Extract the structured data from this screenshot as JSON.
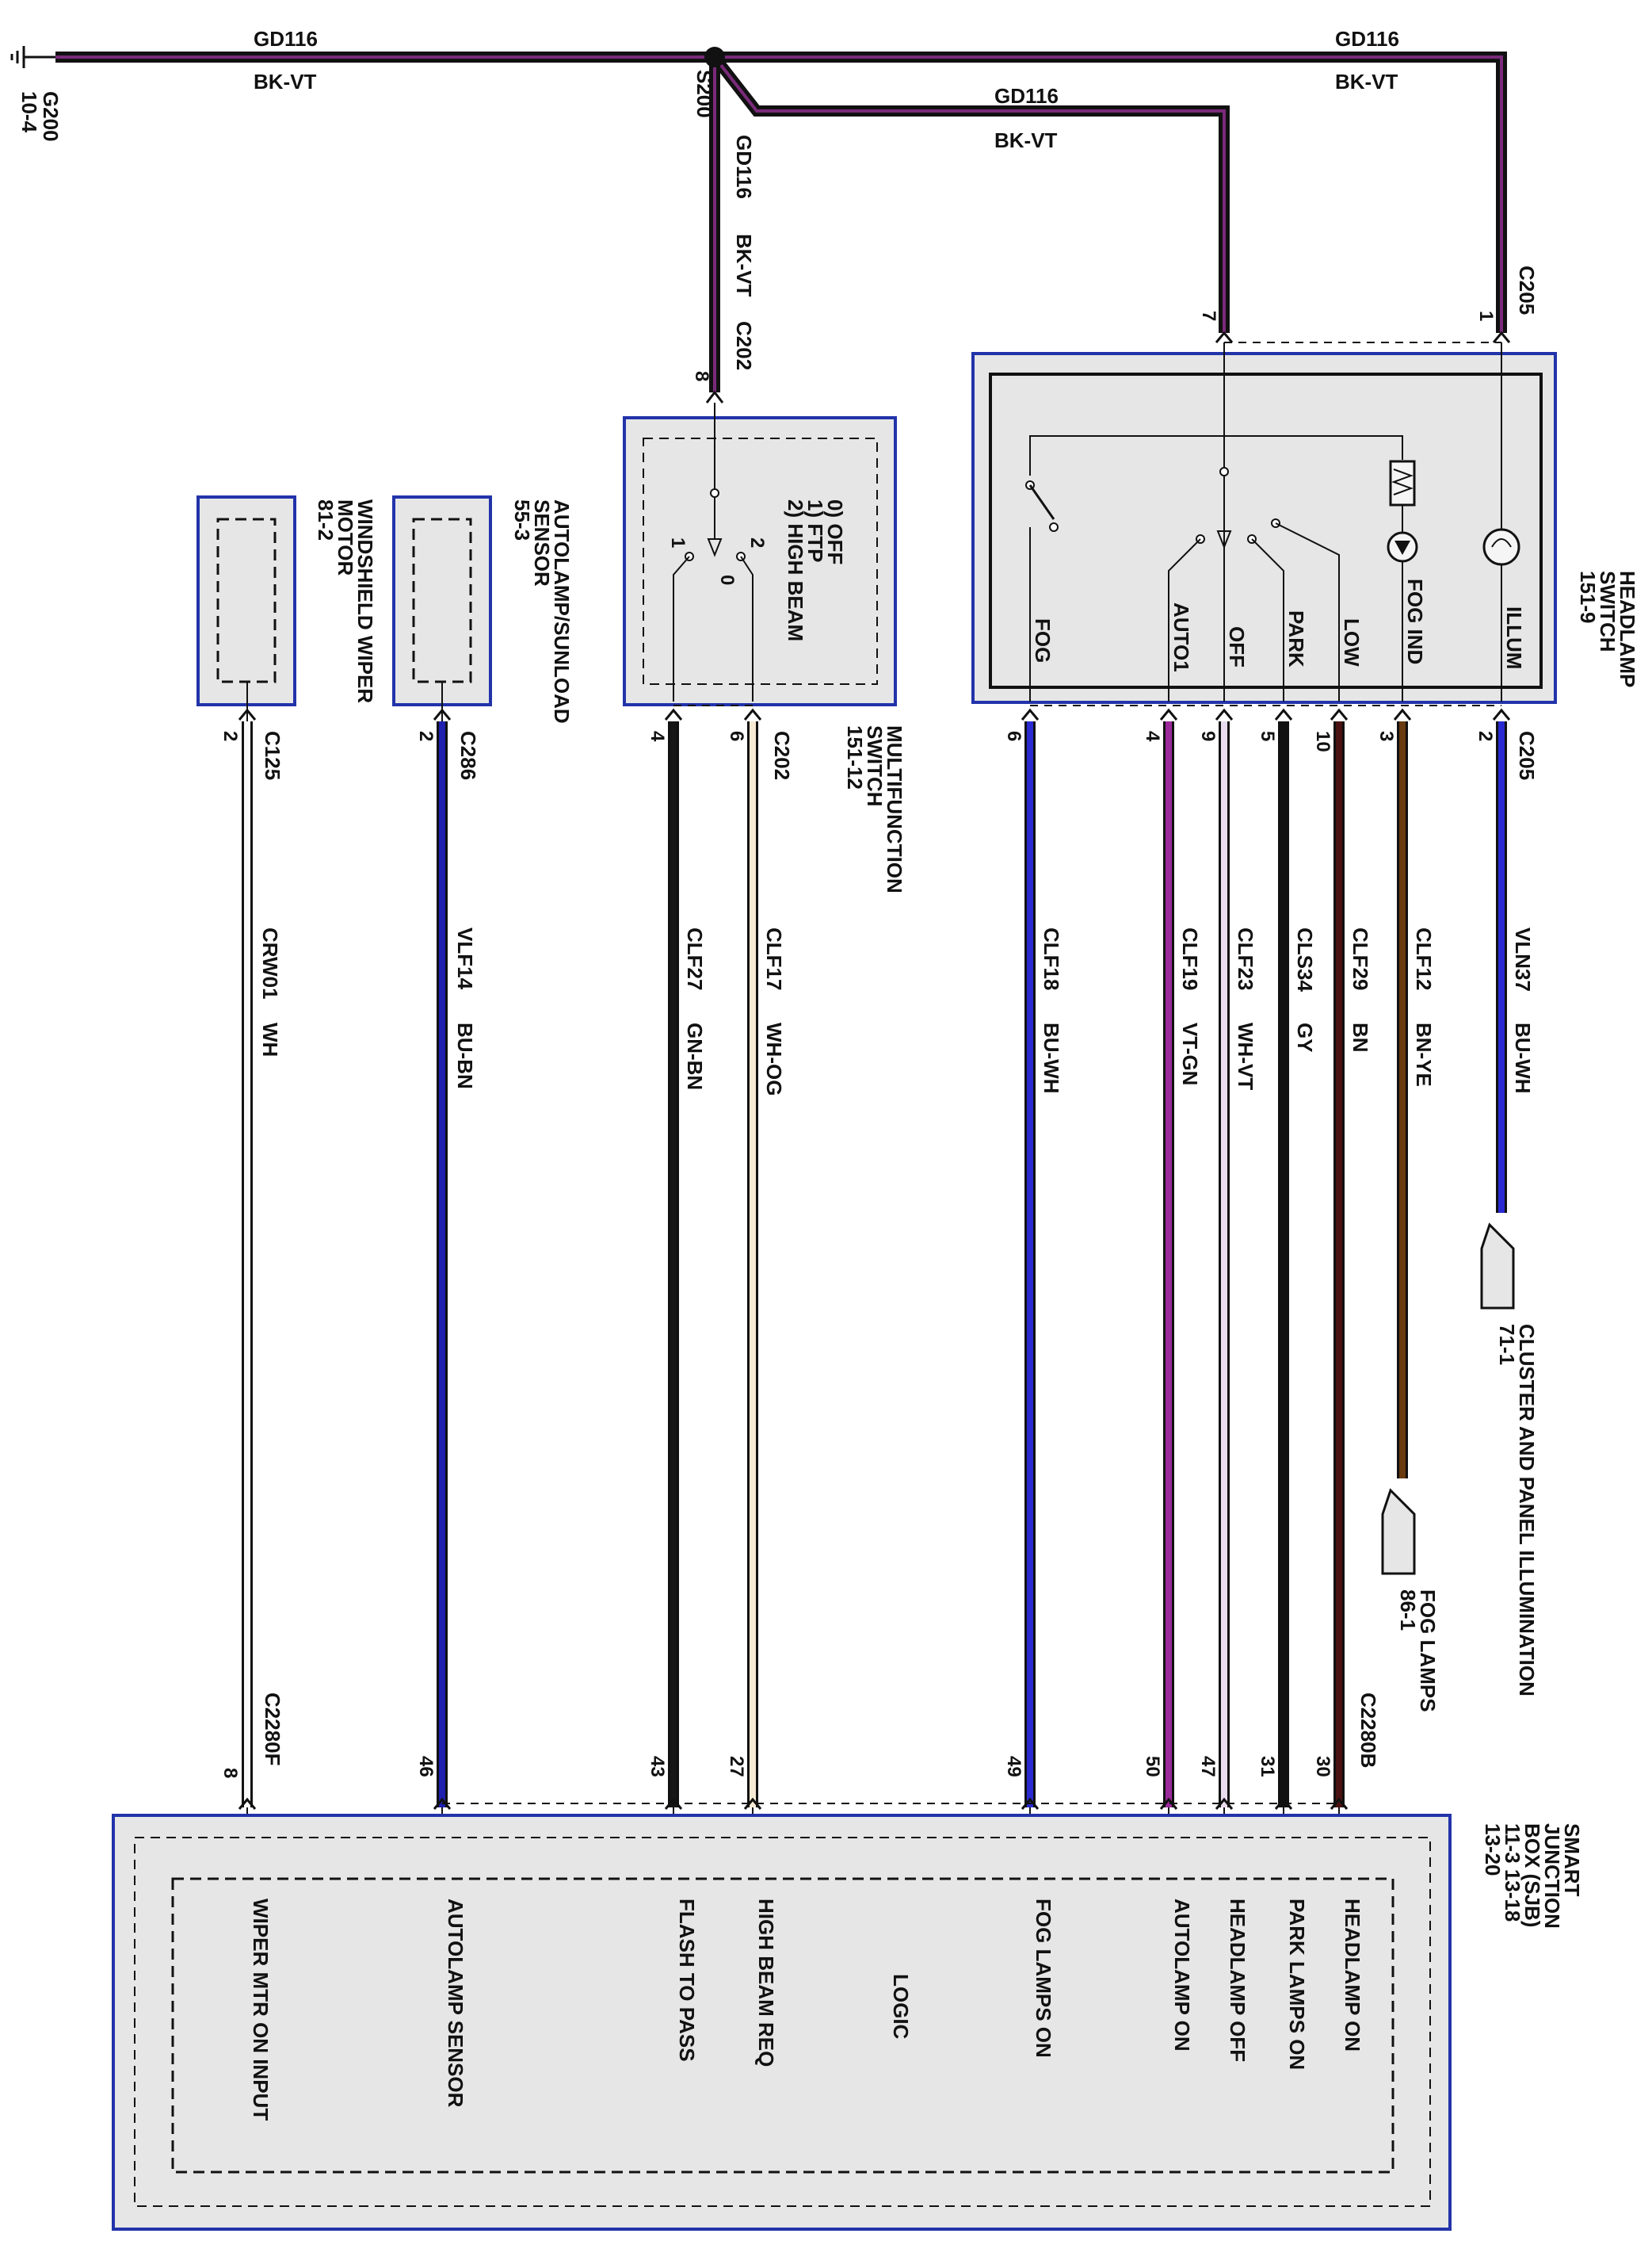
{
  "ground": {
    "gd_left": "GD116",
    "bkvt_left": "BK-VT",
    "gd_mid": "GD116",
    "bkvt_mid": "BK-VT",
    "gd_right": "GD116",
    "bkvt_right": "BK-VT",
    "g200": "G200",
    "g200_ref": "10-4",
    "s200": "S200",
    "gd_vert": "GD116",
    "bkvt_vert": "BK-VT",
    "c202_top": "C202",
    "c202_top_pin": "8",
    "c205_top": "C205",
    "c205_pin1": "1",
    "pin7": "7"
  },
  "headlamp_switch": {
    "name": "HEADLAMP",
    "name2": "SWITCH",
    "ref": "151-9",
    "positions": [
      "FOG",
      "AUTO1",
      "OFF",
      "PARK",
      "LOW",
      "FOG IND",
      "ILLUM"
    ],
    "connector": "C205",
    "pins": [
      "6",
      "4",
      "9",
      "5",
      "10",
      "3",
      "2"
    ]
  },
  "multifunction_switch": {
    "name": "MULTIFUNCTION",
    "name2": "SWITCH",
    "ref": "151-12",
    "modes": [
      "0) OFF",
      "1) FTP",
      "2) HIGH BEAM"
    ],
    "pin_a": "1",
    "pin_b": "2",
    "pin_c": "0",
    "connector": "C202",
    "pins": [
      "4",
      "6"
    ]
  },
  "autolamp_sensor": {
    "name": "AUTOLAMP/SUNLOAD",
    "name2": "SENSOR",
    "ref": "55-3",
    "connector": "C286",
    "pin": "2"
  },
  "wiper_motor": {
    "name": "WINDSHIELD WIPER",
    "name2": "MOTOR",
    "ref": "81-2",
    "connector": "C125",
    "pin": "2"
  },
  "wires": [
    {
      "circuit": "CRW01",
      "color_code": "WH",
      "hex": "#f8f8f8"
    },
    {
      "circuit": "VLF14",
      "color_code": "BU-BN",
      "hex": "#1f1fb0"
    },
    {
      "circuit": "CLF27",
      "color_code": "GN-BN",
      "hex": "#161616"
    },
    {
      "circuit": "CLF17",
      "color_code": "WH-OG",
      "hex": "#f7ead2"
    },
    {
      "circuit": "CLF18",
      "color_code": "BU-WH",
      "hex": "#2a2ad0"
    },
    {
      "circuit": "CLF19",
      "color_code": "VT-GN",
      "hex": "#9a2a9a"
    },
    {
      "circuit": "CLF23",
      "color_code": "WH-VT",
      "hex": "#e9dcef"
    },
    {
      "circuit": "CLS34",
      "color_code": "GY",
      "hex": "#111111"
    },
    {
      "circuit": "CLF29",
      "color_code": "BN",
      "hex": "#4a1212"
    },
    {
      "circuit": "CLF12",
      "color_code": "BN-YE",
      "hex": "#6a3a10"
    },
    {
      "circuit": "VLN37",
      "color_code": "BU-WH",
      "hex": "#2a2ad0"
    }
  ],
  "cluster": {
    "name": "CLUSTER AND PANEL ILLUMINATION",
    "ref": "71-1"
  },
  "fog_lamps": {
    "name": "FOG LAMPS",
    "ref": "86-1"
  },
  "sjb": {
    "name": "SMART",
    "name2": "JUNCTION",
    "name3": "BOX (SJB)",
    "ref1": "11-3  13-18",
    "ref2": "13-20",
    "logic": "LOGIC",
    "connector_b": "C2280B",
    "connector_f": "C2280F",
    "pins": [
      "8",
      "46",
      "43",
      "27",
      "49",
      "50",
      "47",
      "31",
      "30"
    ],
    "signals": [
      "WIPER MTR ON INPUT",
      "AUTOLAMP SENSOR",
      "FLASH TO PASS",
      "HIGH BEAM REQ",
      "FOG LAMPS ON",
      "AUTOLAMP ON",
      "HEADLAMP OFF",
      "PARK LAMPS ON",
      "HEADLAMP ON"
    ]
  },
  "colors": {
    "module_border": "#2233aa",
    "module_fill": "#e6e6e6",
    "ground_wire": "#7a2a7a"
  }
}
